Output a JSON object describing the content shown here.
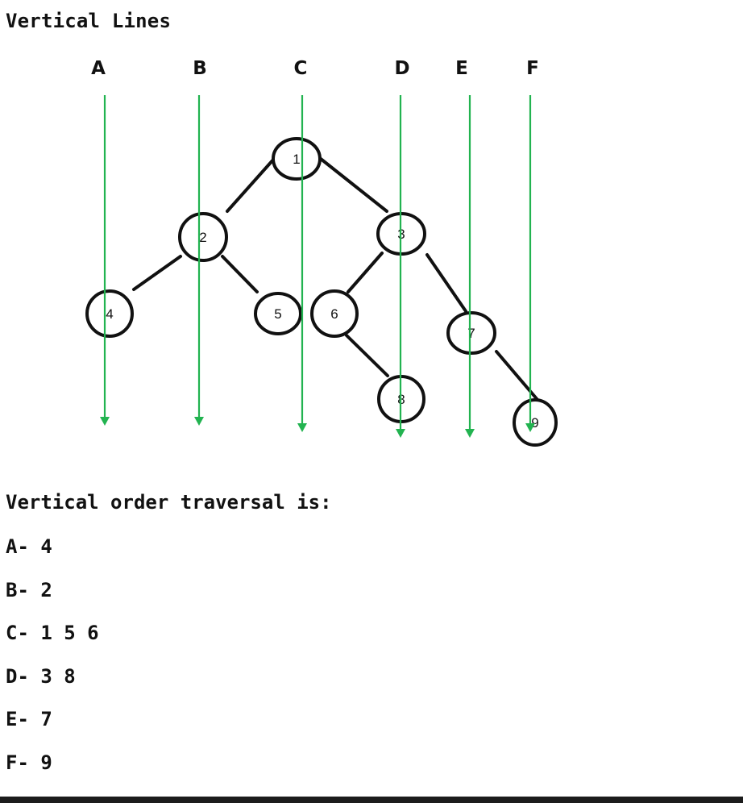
{
  "heading": "Vertical Lines",
  "columns": [
    {
      "id": "A",
      "label": "A"
    },
    {
      "id": "B",
      "label": "B"
    },
    {
      "id": "C",
      "label": "C"
    },
    {
      "id": "D",
      "label": "D"
    },
    {
      "id": "E",
      "label": "E"
    },
    {
      "id": "F",
      "label": "F"
    }
  ],
  "tree": {
    "nodes": [
      {
        "id": "n1",
        "label": "1",
        "parent": null,
        "column": "C"
      },
      {
        "id": "n2",
        "label": "2",
        "parent": "n1",
        "column": "B"
      },
      {
        "id": "n3",
        "label": "3",
        "parent": "n1",
        "column": "D"
      },
      {
        "id": "n4",
        "label": "4",
        "parent": "n2",
        "column": "A"
      },
      {
        "id": "n5",
        "label": "5",
        "parent": "n2",
        "column": "C"
      },
      {
        "id": "n6",
        "label": "6",
        "parent": "n3",
        "column": "C"
      },
      {
        "id": "n7",
        "label": "7",
        "parent": "n3",
        "column": "E"
      },
      {
        "id": "n8",
        "label": "8",
        "parent": "n6",
        "column": "D"
      },
      {
        "id": "n9",
        "label": "9",
        "parent": "n7",
        "column": "F"
      }
    ]
  },
  "colors": {
    "line": "#22b350",
    "node_stroke": "#111111",
    "edge": "#111111",
    "text": "#111111"
  },
  "traversal": {
    "title": "Vertical order traversal is:",
    "rows": [
      {
        "column": "A",
        "text": "A- 4"
      },
      {
        "column": "B",
        "text": "B- 2"
      },
      {
        "column": "C",
        "text": "C- 1 5 6"
      },
      {
        "column": "D",
        "text": "D- 3 8"
      },
      {
        "column": "E",
        "text": "E- 7"
      },
      {
        "column": "F",
        "text": "F- 9"
      }
    ]
  }
}
